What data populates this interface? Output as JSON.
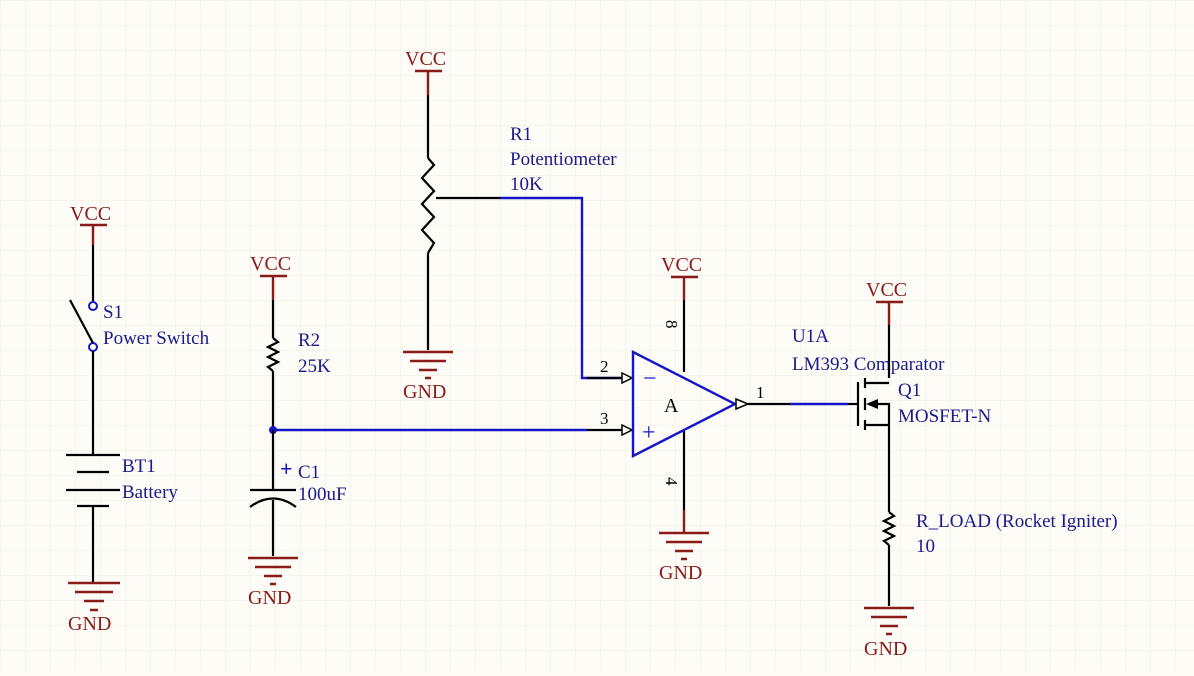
{
  "power_nets": {
    "vcc_label": "VCC",
    "gnd_label": "GND"
  },
  "components": {
    "s1": {
      "ref": "S1",
      "value": "Power Switch"
    },
    "bt1": {
      "ref": "BT1",
      "value": "Battery"
    },
    "r2": {
      "ref": "R2",
      "value": "25K"
    },
    "c1": {
      "ref": "C1",
      "value": "100uF",
      "polarity_mark": "+"
    },
    "r1": {
      "ref": "R1",
      "type": "Potentiometer",
      "value": "10K"
    },
    "u1a": {
      "ref": "U1A",
      "value": "LM393 Comparator",
      "unit_letter": "A",
      "pins": {
        "inverting": "2",
        "non_inverting": "3",
        "output": "1",
        "vcc": "8",
        "gnd": "4"
      },
      "input_signs": {
        "minus": "−",
        "plus": "+"
      }
    },
    "q1": {
      "ref": "Q1",
      "value": "MOSFET-N"
    },
    "rload": {
      "ref": "R_LOAD (Rocket Igniter)",
      "value": "10"
    }
  },
  "colors": {
    "background": "#fdfcf6",
    "grid": "#ecebe3",
    "wire": "#1515c8",
    "power_symbol": "#8b1a1a",
    "component_body": "#000000",
    "label_text": "#1a1a8c"
  }
}
